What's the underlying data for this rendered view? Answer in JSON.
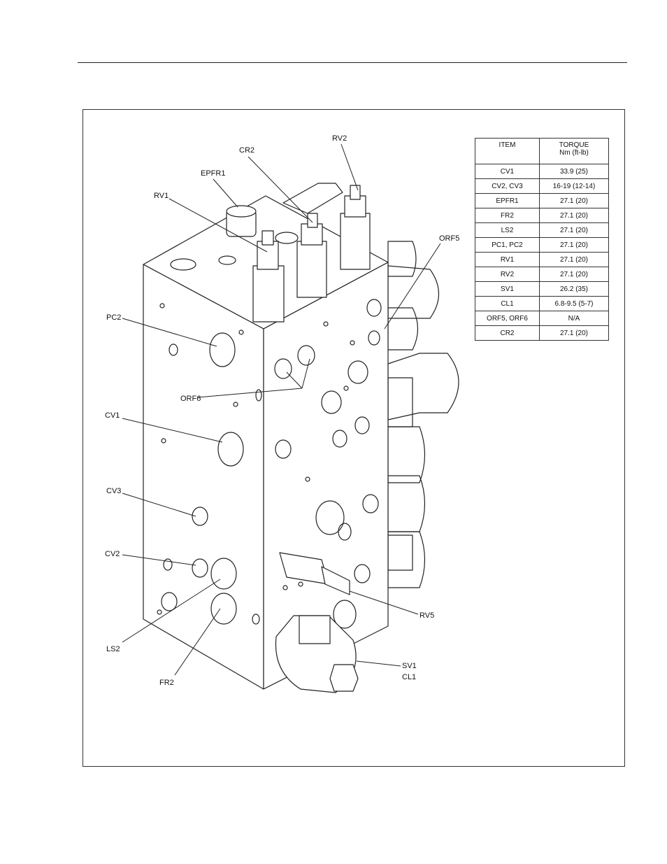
{
  "callouts": {
    "rv2": "RV2",
    "cr2": "CR2",
    "epfr1": "EPFR1",
    "rv1": "RV1",
    "orf5": "ORF5",
    "pc2": "PC2",
    "orf6": "ORF6",
    "cv1": "CV1",
    "cv3": "CV3",
    "cv2": "CV2",
    "rv5": "RV5",
    "ls2": "LS2",
    "fr2": "FR2",
    "sv1": "SV1",
    "cl1": "CL1"
  },
  "torque_table": {
    "header_item": "ITEM",
    "header_torque": "TORQUE",
    "header_units": "Nm (ft-lb)",
    "rows": [
      {
        "item": "CV1",
        "torque": "33.9 (25)"
      },
      {
        "item": "CV2, CV3",
        "torque": "16-19 (12-14)"
      },
      {
        "item": "EPFR1",
        "torque": "27.1 (20)"
      },
      {
        "item": "FR2",
        "torque": "27.1 (20)"
      },
      {
        "item": "LS2",
        "torque": "27.1 (20)"
      },
      {
        "item": "PC1, PC2",
        "torque": "27.1 (20)"
      },
      {
        "item": "RV1",
        "torque": "27.1 (20)"
      },
      {
        "item": "RV2",
        "torque": "27.1 (20)"
      },
      {
        "item": "SV1",
        "torque": "26.2 (35)"
      },
      {
        "item": "CL1",
        "torque": "6.8-9.5 (5-7)"
      },
      {
        "item": "ORF5, ORF6",
        "torque": "N/A"
      },
      {
        "item": "CR2",
        "torque": "27.1 (20)"
      }
    ]
  }
}
